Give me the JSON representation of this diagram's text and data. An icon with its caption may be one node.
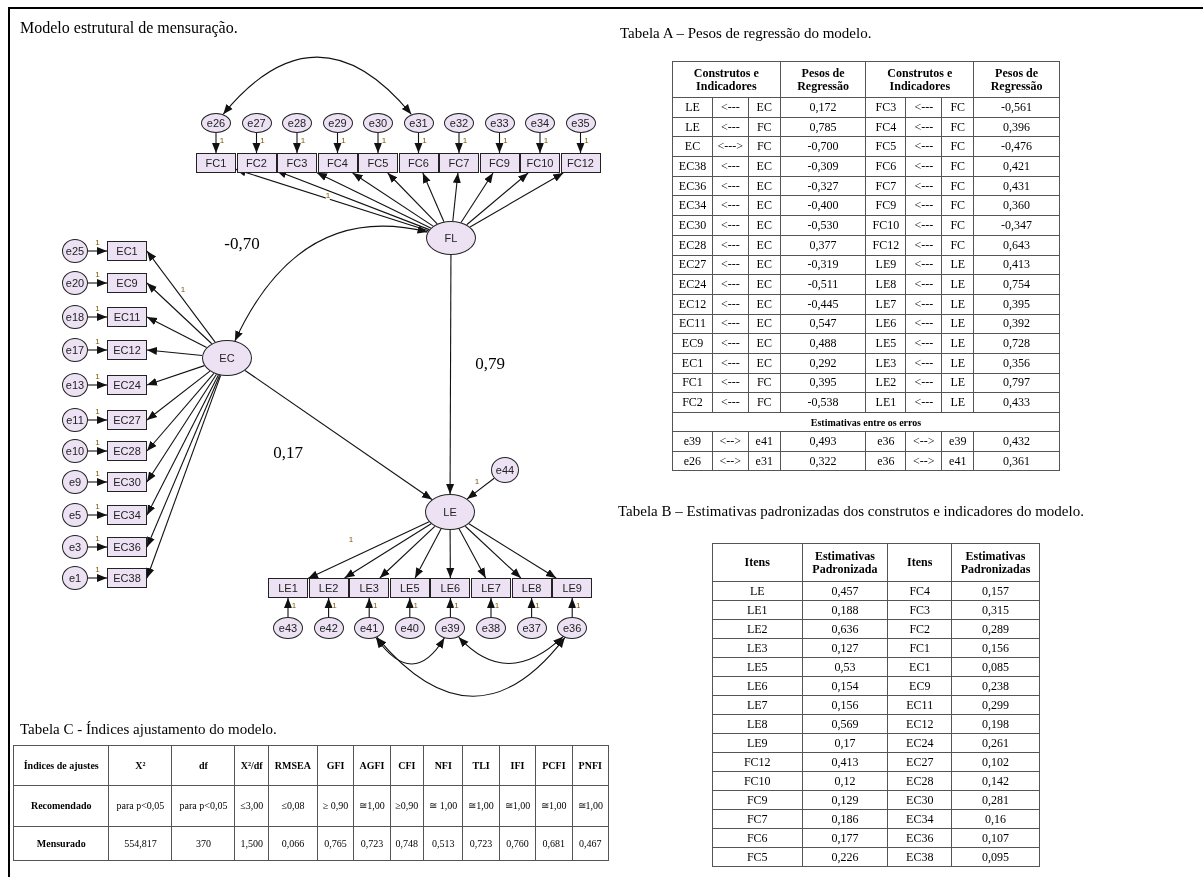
{
  "diagram": {
    "title": "Modelo estrutural de mensuração.",
    "nodes": [
      {
        "text": [
          "e26"
        ]
      },
      {
        "text": [
          "e27"
        ]
      },
      {
        "text": [
          "e28"
        ]
      },
      {
        "text": [
          "e29"
        ]
      },
      {
        "text": [
          "e30"
        ]
      },
      {
        "text": [
          "e31"
        ]
      },
      {
        "text": [
          "e32"
        ]
      },
      {
        "text": [
          "e33"
        ]
      },
      {
        "text": [
          "e34"
        ]
      },
      {
        "text": [
          "e35"
        ]
      },
      {
        "text": [
          "FC1"
        ]
      },
      {
        "text": [
          "FC2"
        ]
      },
      {
        "text": [
          "FC3"
        ]
      },
      {
        "text": [
          "FC4"
        ]
      },
      {
        "text": [
          "FC5"
        ]
      },
      {
        "text": [
          "FC6"
        ]
      },
      {
        "text": [
          "FC7"
        ]
      },
      {
        "text": [
          "FC9"
        ]
      },
      {
        "text": [
          "FC10"
        ]
      },
      {
        "text": [
          "FC12"
        ]
      },
      {
        "text": [
          "FL"
        ]
      },
      {
        "text": [
          "e25"
        ]
      },
      {
        "text": [
          "e20"
        ]
      },
      {
        "text": [
          "e18"
        ]
      },
      {
        "text": [
          "e17"
        ]
      },
      {
        "text": [
          "e13"
        ]
      },
      {
        "text": [
          "e11"
        ]
      },
      {
        "text": [
          "e10"
        ]
      },
      {
        "text": [
          "e9"
        ]
      },
      {
        "text": [
          "e5"
        ]
      },
      {
        "text": [
          "e3"
        ]
      },
      {
        "text": [
          "e1"
        ]
      },
      {
        "text": [
          "EC1"
        ]
      },
      {
        "text": [
          "EC9"
        ]
      },
      {
        "text": [
          "EC11"
        ]
      },
      {
        "text": [
          "EC12"
        ]
      },
      {
        "text": [
          "EC24"
        ]
      },
      {
        "text": [
          "EC27"
        ]
      },
      {
        "text": [
          "EC28"
        ]
      },
      {
        "text": [
          "EC30"
        ]
      },
      {
        "text": [
          "EC34"
        ]
      },
      {
        "text": [
          "EC36"
        ]
      },
      {
        "text": [
          "EC38"
        ]
      },
      {
        "text": [
          "EC"
        ]
      },
      {
        "text": [
          "e44"
        ]
      },
      {
        "text": [
          "LE"
        ]
      },
      {
        "text": [
          "LE1"
        ]
      },
      {
        "text": [
          "LE2"
        ]
      },
      {
        "text": [
          "LE3"
        ]
      },
      {
        "text": [
          "LE5"
        ]
      },
      {
        "text": [
          "LE6"
        ]
      },
      {
        "text": [
          "LE7"
        ]
      },
      {
        "text": [
          "LE8"
        ]
      },
      {
        "text": [
          "LE9"
        ]
      },
      {
        "text": [
          "e43"
        ]
      },
      {
        "text": [
          "e42"
        ]
      },
      {
        "text": [
          "e41"
        ]
      },
      {
        "text": [
          "e40"
        ]
      },
      {
        "text": [
          "e39"
        ]
      },
      {
        "text": [
          "e38"
        ]
      },
      {
        "text": [
          "e37"
        ]
      },
      {
        "text": [
          "e36"
        ]
      }
    ],
    "edges": [
      {
        "from": 0,
        "to": 10,
        "arrow": "to",
        "label": "1"
      },
      {
        "from": 1,
        "to": 11,
        "arrow": "to",
        "label": "1"
      },
      {
        "from": 2,
        "to": 12,
        "arrow": "to",
        "label": "1"
      },
      {
        "from": 3,
        "to": 13,
        "arrow": "to",
        "label": "1"
      },
      {
        "from": 4,
        "to": 14,
        "arrow": "to",
        "label": "1"
      },
      {
        "from": 5,
        "to": 15,
        "arrow": "to",
        "label": "1"
      },
      {
        "from": 6,
        "to": 16,
        "arrow": "to",
        "label": "1"
      },
      {
        "from": 7,
        "to": 17,
        "arrow": "to",
        "label": "1"
      },
      {
        "from": 8,
        "to": 18,
        "arrow": "to",
        "label": "1"
      },
      {
        "from": 9,
        "to": 19,
        "arrow": "to",
        "label": "1"
      },
      {
        "from": 20,
        "to": 10,
        "arrow": "to",
        "label": "1"
      },
      {
        "from": 20,
        "to": 11,
        "arrow": "to"
      },
      {
        "from": 20,
        "to": 12,
        "arrow": "to"
      },
      {
        "from": 20,
        "to": 13,
        "arrow": "to"
      },
      {
        "from": 20,
        "to": 14,
        "arrow": "to"
      },
      {
        "from": 20,
        "to": 15,
        "arrow": "to"
      },
      {
        "from": 20,
        "to": 16,
        "arrow": "to"
      },
      {
        "from": 20,
        "to": 17,
        "arrow": "to"
      },
      {
        "from": 20,
        "to": 18,
        "arrow": "to"
      },
      {
        "from": 20,
        "to": 19,
        "arrow": "to"
      },
      {
        "from": 0,
        "to": 5,
        "arrow": "both"
      },
      {
        "from": 20,
        "to": 43,
        "arrow": "both",
        "label": "-0,70"
      },
      {
        "from": 20,
        "to": 45,
        "arrow": "to",
        "label": "0,79"
      },
      {
        "from": 43,
        "to": 45,
        "arrow": "to",
        "label": "0,17"
      },
      {
        "from": 21,
        "to": 32,
        "arrow": "to",
        "label": "1"
      },
      {
        "from": 22,
        "to": 33,
        "arrow": "to",
        "label": "1"
      },
      {
        "from": 23,
        "to": 34,
        "arrow": "to",
        "label": "1"
      },
      {
        "from": 24,
        "to": 35,
        "arrow": "to",
        "label": "1"
      },
      {
        "from": 25,
        "to": 36,
        "arrow": "to",
        "label": "1"
      },
      {
        "from": 26,
        "to": 37,
        "arrow": "to",
        "label": "1"
      },
      {
        "from": 27,
        "to": 38,
        "arrow": "to",
        "label": "1"
      },
      {
        "from": 28,
        "to": 39,
        "arrow": "to",
        "label": "1"
      },
      {
        "from": 29,
        "to": 40,
        "arrow": "to",
        "label": "1"
      },
      {
        "from": 30,
        "to": 41,
        "arrow": "to",
        "label": "1"
      },
      {
        "from": 31,
        "to": 42,
        "arrow": "to",
        "label": "1"
      },
      {
        "from": 43,
        "to": 32,
        "arrow": "to",
        "label": "1"
      },
      {
        "from": 43,
        "to": 33,
        "arrow": "to"
      },
      {
        "from": 43,
        "to": 34,
        "arrow": "to"
      },
      {
        "from": 43,
        "to": 35,
        "arrow": "to"
      },
      {
        "from": 43,
        "to": 36,
        "arrow": "to"
      },
      {
        "from": 43,
        "to": 37,
        "arrow": "to"
      },
      {
        "from": 43,
        "to": 38,
        "arrow": "to"
      },
      {
        "from": 43,
        "to": 39,
        "arrow": "to"
      },
      {
        "from": 43,
        "to": 40,
        "arrow": "to"
      },
      {
        "from": 43,
        "to": 41,
        "arrow": "to"
      },
      {
        "from": 43,
        "to": 42,
        "arrow": "to"
      },
      {
        "from": 44,
        "to": 45,
        "arrow": "to",
        "label": "1"
      },
      {
        "from": 45,
        "to": 46,
        "arrow": "to",
        "label": "1"
      },
      {
        "from": 45,
        "to": 47,
        "arrow": "to"
      },
      {
        "from": 45,
        "to": 48,
        "arrow": "to"
      },
      {
        "from": 45,
        "to": 49,
        "arrow": "to"
      },
      {
        "from": 45,
        "to": 50,
        "arrow": "to"
      },
      {
        "from": 45,
        "to": 51,
        "arrow": "to"
      },
      {
        "from": 45,
        "to": 52,
        "arrow": "to"
      },
      {
        "from": 45,
        "to": 53,
        "arrow": "to"
      },
      {
        "from": 54,
        "to": 46,
        "arrow": "to",
        "label": "1"
      },
      {
        "from": 55,
        "to": 47,
        "arrow": "to",
        "label": "1"
      },
      {
        "from": 56,
        "to": 48,
        "arrow": "to",
        "label": "1"
      },
      {
        "from": 57,
        "to": 49,
        "arrow": "to",
        "label": "1"
      },
      {
        "from": 58,
        "to": 50,
        "arrow": "to",
        "label": "1"
      },
      {
        "from": 59,
        "to": 51,
        "arrow": "to",
        "label": "1"
      },
      {
        "from": 60,
        "to": 52,
        "arrow": "to",
        "label": "1"
      },
      {
        "from": 61,
        "to": 53,
        "arrow": "to",
        "label": "1"
      },
      {
        "from": 56,
        "to": 58,
        "arrow": "both"
      },
      {
        "from": 58,
        "to": 61,
        "arrow": "both"
      },
      {
        "from": 56,
        "to": 61,
        "arrow": "both"
      }
    ],
    "labels": [
      "Tabela A – Pesos de regressão do modelo.",
      "Construtos e Indicadores",
      "Pesos de Regressão",
      "Construtos e Indicadores",
      "Pesos de Regressão",
      "LE",
      "<---",
      "EC",
      "0,172",
      "FC3",
      "<---",
      "FC",
      "-0,561",
      "LE",
      "<---",
      "FC",
      "0,785",
      "FC4",
      "<---",
      "FC",
      "0,396",
      "EC",
      "<--->",
      "FC",
      "-0,700",
      "FC5",
      "<---",
      "FC",
      "-0,476",
      "EC38",
      "<---",
      "EC",
      "-0,309",
      "FC6",
      "<---",
      "FC",
      "0,421",
      "EC36",
      "<---",
      "EC",
      "-0,327",
      "FC7",
      "<---",
      "FC",
      "0,431",
      "EC34",
      "<---",
      "EC",
      "-0,400",
      "FC9",
      "<---",
      "FC",
      "0,360",
      "EC30",
      "<---",
      "EC",
      "-0,530",
      "FC10",
      "<---",
      "FC",
      "-0,347",
      "EC28",
      "<---",
      "EC",
      "0,377",
      "FC12",
      "<---",
      "FC",
      "0,643",
      "EC27",
      "<---",
      "EC",
      "-0,319",
      "LE9",
      "<---",
      "LE",
      "0,413",
      "EC24",
      "<---",
      "EC",
      "-0,511",
      "LE8",
      "<---",
      "LE",
      "0,754",
      "EC12",
      "<---",
      "EC",
      "-0,445",
      "LE7",
      "<---",
      "LE",
      "0,395",
      "EC11",
      "<---",
      "EC",
      "0,547",
      "LE6",
      "<---",
      "LE",
      "0,392",
      "EC9",
      "<---",
      "EC",
      "0,488",
      "LE5",
      "<---",
      "LE",
      "0,728",
      "EC1",
      "<---",
      "EC",
      "0,292",
      "LE3",
      "<---",
      "LE",
      "0,356",
      "FC1",
      "<---",
      "FC",
      "0,395",
      "LE2",
      "<---",
      "LE",
      "0,797",
      "FC2",
      "<---",
      "FC",
      "-0,538",
      "LE1",
      "<---",
      "LE",
      "0,433",
      "Estimativas entre os erros",
      "e39",
      "<-->",
      "e41",
      "0,493",
      "e36",
      "<-->",
      "e39",
      "0,432",
      "e26",
      "<-->",
      "e31",
      "0,322",
      "e36",
      "<-->",
      "e41",
      "0,361",
      "Tabela B – Estimativas padronizadas dos construtos e indicadores do modelo.",
      "Itens",
      "Estimativas Padronizada",
      "Itens",
      "Estimativas Padronizadas",
      "LE",
      "0,457",
      "FC4",
      "0,157",
      "LE1",
      "0,188",
      "FC3",
      "0,315",
      "LE2",
      "0,636",
      "FC2",
      "0,289",
      "LE3",
      "0,127",
      "FC1",
      "0,156",
      "LE5",
      "0,53",
      "EC1",
      "0,085",
      "LE6",
      "0,154",
      "EC9",
      "0,238",
      "LE7",
      "0,156",
      "EC11",
      "0,299",
      "LE8",
      "0,569",
      "EC12",
      "0,198",
      "LE9",
      "0,17",
      "EC24",
      "0,261",
      "FC12",
      "0,413",
      "EC27",
      "0,102",
      "FC10",
      "0,12",
      "EC28",
      "0,142",
      "FC9",
      "0,129",
      "EC30",
      "0,281",
      "FC7",
      "0,186",
      "EC34",
      "0,16",
      "FC6",
      "0,177",
      "EC36",
      "0,107",
      "FC5",
      "0,226",
      "EC38",
      "0,095",
      "Tabela C - Índices ajustamento do modelo.",
      "Índices de ajustes",
      "X²",
      "df",
      "X²/df",
      "RMSEA",
      "GFI",
      "AGFI",
      "CFI",
      "NFI",
      "TLI",
      "IFI",
      "PCFI",
      "PNFI",
      "Recomendado",
      "para p<0,05",
      "para p<0,05",
      "≤3,00",
      "≤0,08",
      "≥ 0,90",
      "≅1,00",
      "≥0,90",
      "≅ 1,00",
      "≅1,00",
      "≅1,00",
      "≅1,00",
      "≅1,00",
      "Mensurado",
      "554,817",
      "370",
      "1,500",
      "0,066",
      "0,765",
      "0,723",
      "0,748",
      "0,513",
      "0,723",
      "0,760",
      "0,681",
      "0,467"
    ]
  }
}
